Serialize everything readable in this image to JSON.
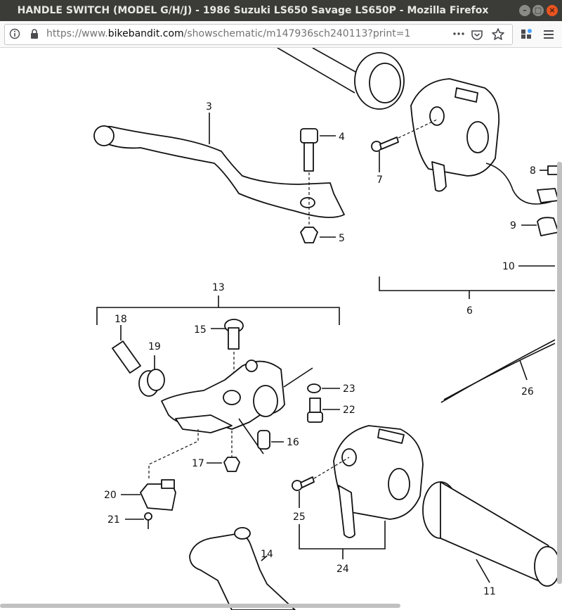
{
  "window": {
    "title": "HANDLE SWITCH (MODEL G/H/J) - 1986 Suzuki LS650 Savage LS650P - Mozilla Firefox"
  },
  "urlbar": {
    "url_prefix": "https://www.",
    "url_domain": "bikebandit.com",
    "url_path": "/showschematic/m147936sch240113?print=1"
  },
  "schematic": {
    "callouts": {
      "p3": "3",
      "p4": "4",
      "p5": "5",
      "p6": "6",
      "p7": "7",
      "p8": "8",
      "p9": "9",
      "p10": "10",
      "p11": "11",
      "p13": "13",
      "p14": "14",
      "p15": "15",
      "p16": "16",
      "p17": "17",
      "p18": "18",
      "p19": "19",
      "p20": "20",
      "p21": "21",
      "p22": "22",
      "p23": "23",
      "p24": "24",
      "p25": "25",
      "p26": "26"
    }
  }
}
